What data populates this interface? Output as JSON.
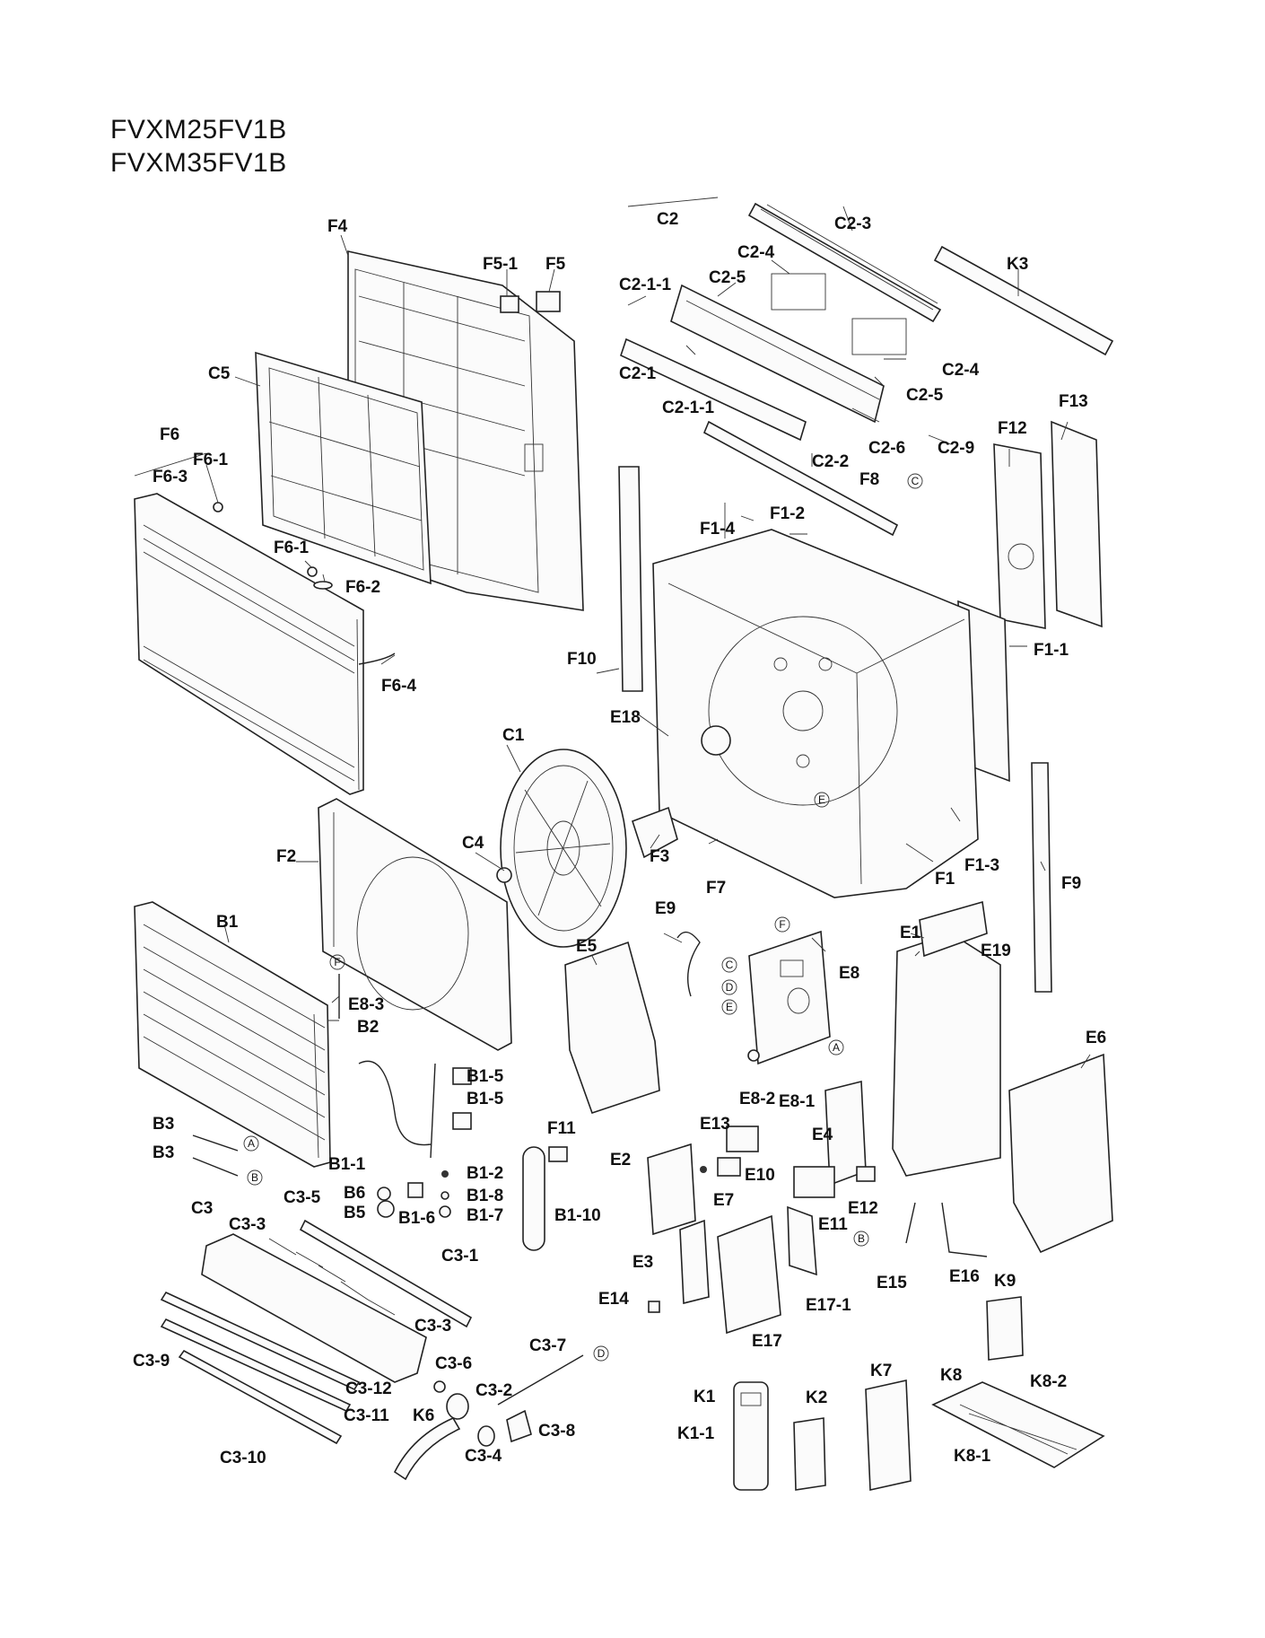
{
  "models": [
    "FVXM25FV1B",
    "FVXM35FV1B"
  ],
  "labels": {
    "F4": "F4",
    "F5_1": "F5-1",
    "F5": "F5",
    "C5": "C5",
    "F6": "F6",
    "F6_1a": "F6-1",
    "F6_3": "F6-3",
    "F6_1b": "F6-1",
    "F6_2": "F6-2",
    "F6_4": "F6-4",
    "C2": "C2",
    "C2_3": "C2-3",
    "K3": "K3",
    "C2_4a": "C2-4",
    "C2_1_1a": "C2-1-1",
    "C2_5a": "C2-5",
    "C2_1": "C2-1",
    "C2_1_1b": "C2-1-1",
    "C2_4b": "C2-4",
    "C2_5b": "C2-5",
    "C2_2": "C2-2",
    "C2_6": "C2-6",
    "C2_9": "C2-9",
    "F13": "F13",
    "F12": "F12",
    "F8": "F8",
    "F1_4": "F1-4",
    "F1_2": "F1-2",
    "F10": "F10",
    "F1_1": "F1-1",
    "E18": "E18",
    "C1": "C1",
    "F1_3": "F1-3",
    "F1": "F1",
    "F9": "F9",
    "F2": "F2",
    "C4": "C4",
    "F3": "F3",
    "F7": "F7",
    "E9": "E9",
    "E19": "E19",
    "B1": "B1",
    "E8_3": "E8-3",
    "B2": "B2",
    "E5": "E5",
    "E8": "E8",
    "E1": "E1",
    "E6": "E6",
    "B1_5a": "B1-5",
    "B1_5b": "B1-5",
    "B3a": "B3",
    "B3b": "B3",
    "B1_1": "B1-1",
    "B6": "B6",
    "B5": "B5",
    "B1_6": "B1-6",
    "B1_2": "B1-2",
    "B1_8": "B1-8",
    "B1_7": "B1-7",
    "F11": "F11",
    "B1_10": "B1-10",
    "E13": "E13",
    "E8_2": "E8-2",
    "E8_1": "E8-1",
    "E4": "E4",
    "E2": "E2",
    "E10": "E10",
    "E7": "E7",
    "E11": "E11",
    "E12": "E12",
    "C3": "C3",
    "C3_5": "C3-5",
    "C3_3a": "C3-3",
    "C3_1": "C3-1",
    "C3_3b": "C3-3",
    "C3_9": "C3-9",
    "C3_6": "C3-6",
    "C3_7": "C3-7",
    "C3_2": "C3-2",
    "C3_12": "C3-12",
    "C3_11": "C3-11",
    "K6": "K6",
    "C3_8": "C3-8",
    "C3_4": "C3-4",
    "C3_10": "C3-10",
    "E3": "E3",
    "E14": "E14",
    "E17": "E17",
    "E17_1": "E17-1",
    "E15": "E15",
    "E16": "E16",
    "K9": "K9",
    "K1": "K1",
    "K1_1": "K1-1",
    "K2": "K2",
    "K7": "K7",
    "K8": "K8",
    "K8_2": "K8-2",
    "K8_1": "K8-1"
  },
  "connectors": {
    "A": "A",
    "B": "B",
    "C": "C",
    "D": "D",
    "E": "E",
    "F": "F"
  }
}
